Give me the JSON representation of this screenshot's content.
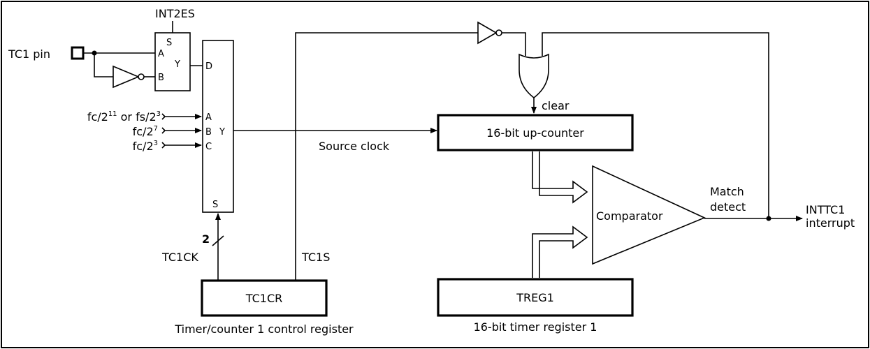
{
  "pins": {
    "tc1_pin": "TC1 pin",
    "int2es": "INT2ES",
    "mux1_s": "S",
    "mux1_a": "A",
    "mux1_b": "B",
    "mux1_y": "Y",
    "latch_d": "D",
    "clk_a": "A",
    "clk_b": "B",
    "clk_c": "C",
    "clk_y": "Y",
    "clk_s": "S",
    "bus_width": "2"
  },
  "clock_inputs": {
    "a_prefix": "fc/2",
    "a_exp": "11",
    "a_mid": " or fs/2",
    "a_exp2": "3",
    "b_prefix": "fc/2",
    "b_exp": "7",
    "c_prefix": "fc/2",
    "c_exp": "3"
  },
  "signals": {
    "source_clock": "Source clock",
    "clear": "clear",
    "tc1ck": "TC1CK",
    "tc1s": "TC1S",
    "match1": "Match",
    "match2": "detect",
    "inttc1_1": "INTTC1",
    "inttc1_2": "interrupt"
  },
  "blocks": {
    "counter": "16-bit up-counter",
    "comparator": "Comparator",
    "tc1cr": "TC1CR",
    "tc1cr_caption": "Timer/counter 1 control register",
    "treg1": "TREG1",
    "treg1_caption": "16-bit timer register 1"
  }
}
